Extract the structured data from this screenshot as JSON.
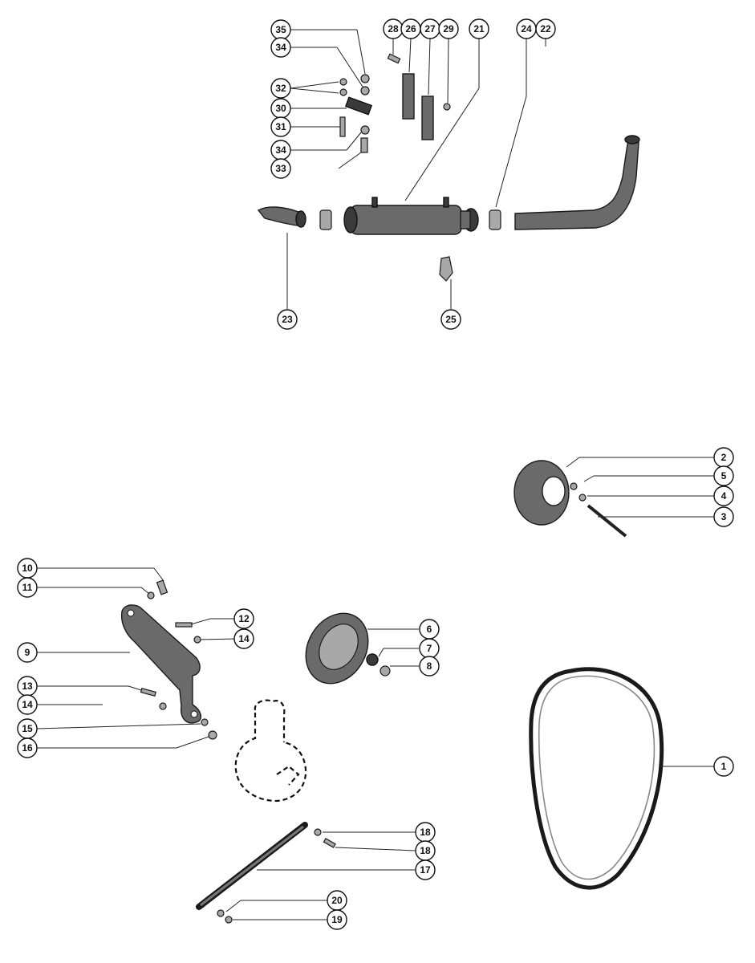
{
  "callouts": [
    {
      "id": "c35",
      "label": "35"
    },
    {
      "id": "c34a",
      "label": "34"
    },
    {
      "id": "c32",
      "label": "32"
    },
    {
      "id": "c30",
      "label": "30"
    },
    {
      "id": "c31",
      "label": "31"
    },
    {
      "id": "c34b",
      "label": "34"
    },
    {
      "id": "c33",
      "label": "33"
    },
    {
      "id": "c28",
      "label": "28"
    },
    {
      "id": "c26",
      "label": "26"
    },
    {
      "id": "c27",
      "label": "27"
    },
    {
      "id": "c29",
      "label": "29"
    },
    {
      "id": "c21",
      "label": "21"
    },
    {
      "id": "c24",
      "label": "24"
    },
    {
      "id": "c22",
      "label": "22"
    },
    {
      "id": "c23",
      "label": "23"
    },
    {
      "id": "c25",
      "label": "25"
    },
    {
      "id": "c2",
      "label": "2"
    },
    {
      "id": "c5",
      "label": "5"
    },
    {
      "id": "c4",
      "label": "4"
    },
    {
      "id": "c3",
      "label": "3"
    },
    {
      "id": "c10",
      "label": "10"
    },
    {
      "id": "c11",
      "label": "11"
    },
    {
      "id": "c12",
      "label": "12"
    },
    {
      "id": "c14a",
      "label": "14"
    },
    {
      "id": "c9",
      "label": "9"
    },
    {
      "id": "c6",
      "label": "6"
    },
    {
      "id": "c7",
      "label": "7"
    },
    {
      "id": "c8",
      "label": "8"
    },
    {
      "id": "c13",
      "label": "13"
    },
    {
      "id": "c14b",
      "label": "14"
    },
    {
      "id": "c15",
      "label": "15"
    },
    {
      "id": "c16",
      "label": "16"
    },
    {
      "id": "c1",
      "label": "1"
    },
    {
      "id": "c18a",
      "label": "18"
    },
    {
      "id": "c18b",
      "label": "18"
    },
    {
      "id": "c17",
      "label": "17"
    },
    {
      "id": "c20",
      "label": "20"
    },
    {
      "id": "c19",
      "label": "19"
    }
  ]
}
